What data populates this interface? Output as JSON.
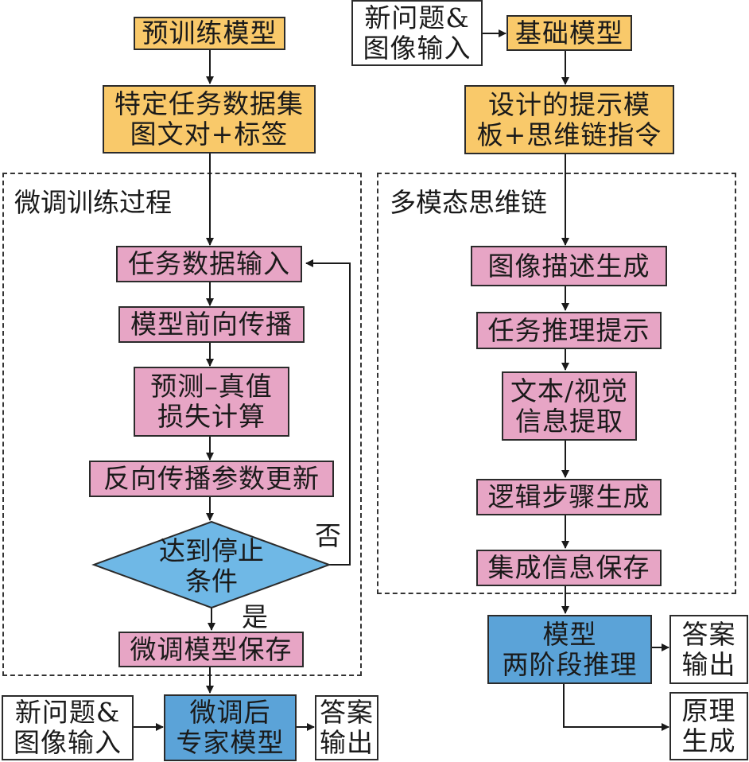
{
  "colors": {
    "pretrain": "#f9c96a",
    "process": "#e7a5c5",
    "decision": "#6fb8e6",
    "model": "#5ba3d8",
    "io": "#ffffff"
  },
  "left": {
    "pretrained_model": "预训练模型",
    "dataset": "特定任务数据集\n图文对+标签",
    "group_title": "微调训练过程",
    "steps": {
      "data_input": "任务数据输入",
      "forward": "模型前向传播",
      "loss": "预测–真值\n损失计算",
      "backward": "反向传播参数更新",
      "decision": "达到停止\n条件",
      "no_label": "否",
      "yes_label": "是",
      "save": "微调模型保存"
    },
    "new_input": "新问题&\n图像输入",
    "expert_model": "微调后\n专家模型",
    "answer_output": "答案\n输出"
  },
  "right": {
    "new_input": "新问题&\n图像输入",
    "base_model": "基础模型",
    "prompt_template": "设计的提示模\n板+思维链指令",
    "group_title": "多模态思维链",
    "steps": {
      "image_desc": "图像描述生成",
      "task_prompt": "任务推理提示",
      "info_extract": "文本/视觉\n信息提取",
      "logic_steps": "逻辑步骤生成",
      "save_info": "集成信息保存"
    },
    "two_stage_model": "模型\n两阶段推理",
    "answer_output": "答案\n输出",
    "rationale": "原理\n生成"
  }
}
